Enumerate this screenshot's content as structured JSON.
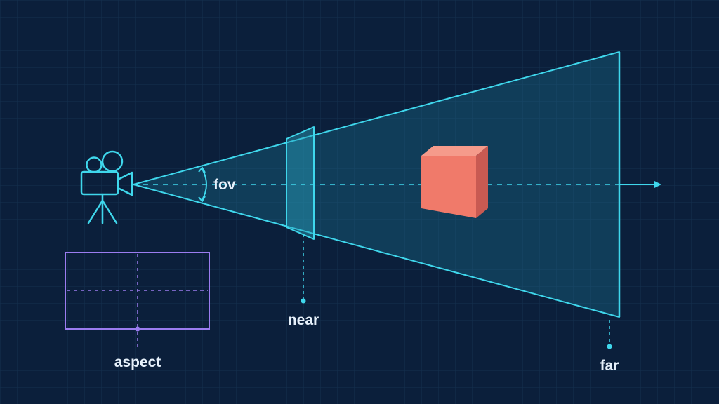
{
  "labels": {
    "fov": "fov",
    "near": "near",
    "far": "far",
    "aspect": "aspect"
  },
  "icons": {
    "camera": "movie-camera-icon",
    "object": "cube-icon"
  },
  "colors": {
    "background": "#0b1f3b",
    "grid": "#16304f",
    "frustum": "#3fd7ec",
    "frustum_fill": "#1a6f8c",
    "cube_front": "#f07a6a",
    "cube_top": "#f59b8b",
    "cube_side": "#c85a52",
    "aspect_frame": "#9b7cf0",
    "label": "#e6f0fa"
  }
}
